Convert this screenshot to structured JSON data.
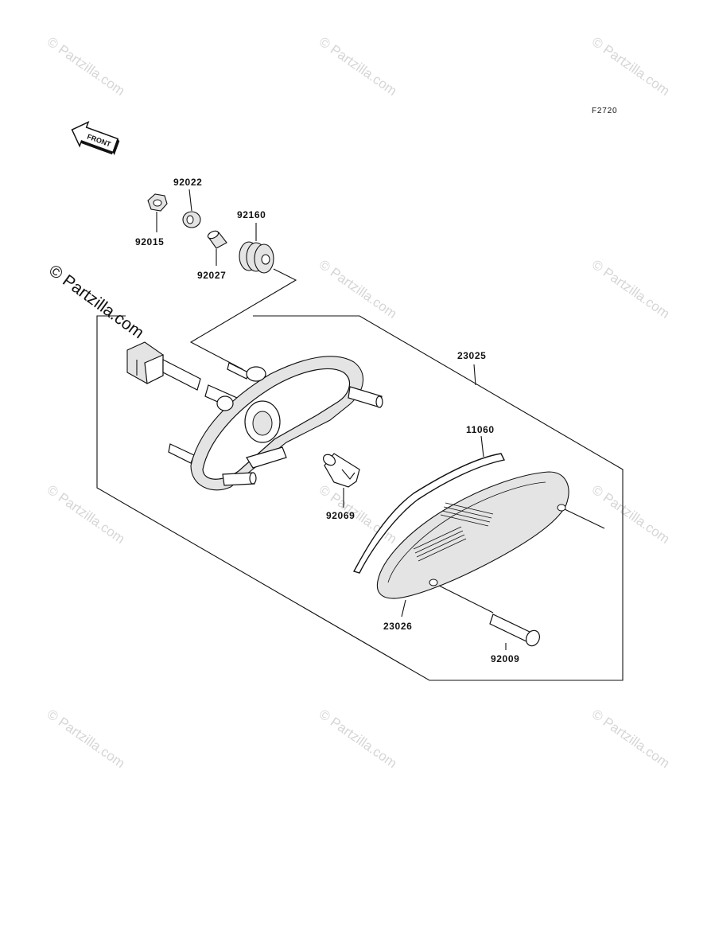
{
  "diagram": {
    "figure_code": "F2720",
    "front_label": "FRONT",
    "watermark_text": "© Partzilla.com",
    "watermark_tiles": "© Partzilla.com",
    "part_numbers": {
      "p92022": "92022",
      "p92015": "92015",
      "p92160": "92160",
      "p92027": "92027",
      "p23025": "23025",
      "p11060": "11060",
      "p92069": "92069",
      "p23026": "23026",
      "p92009": "92009"
    }
  }
}
